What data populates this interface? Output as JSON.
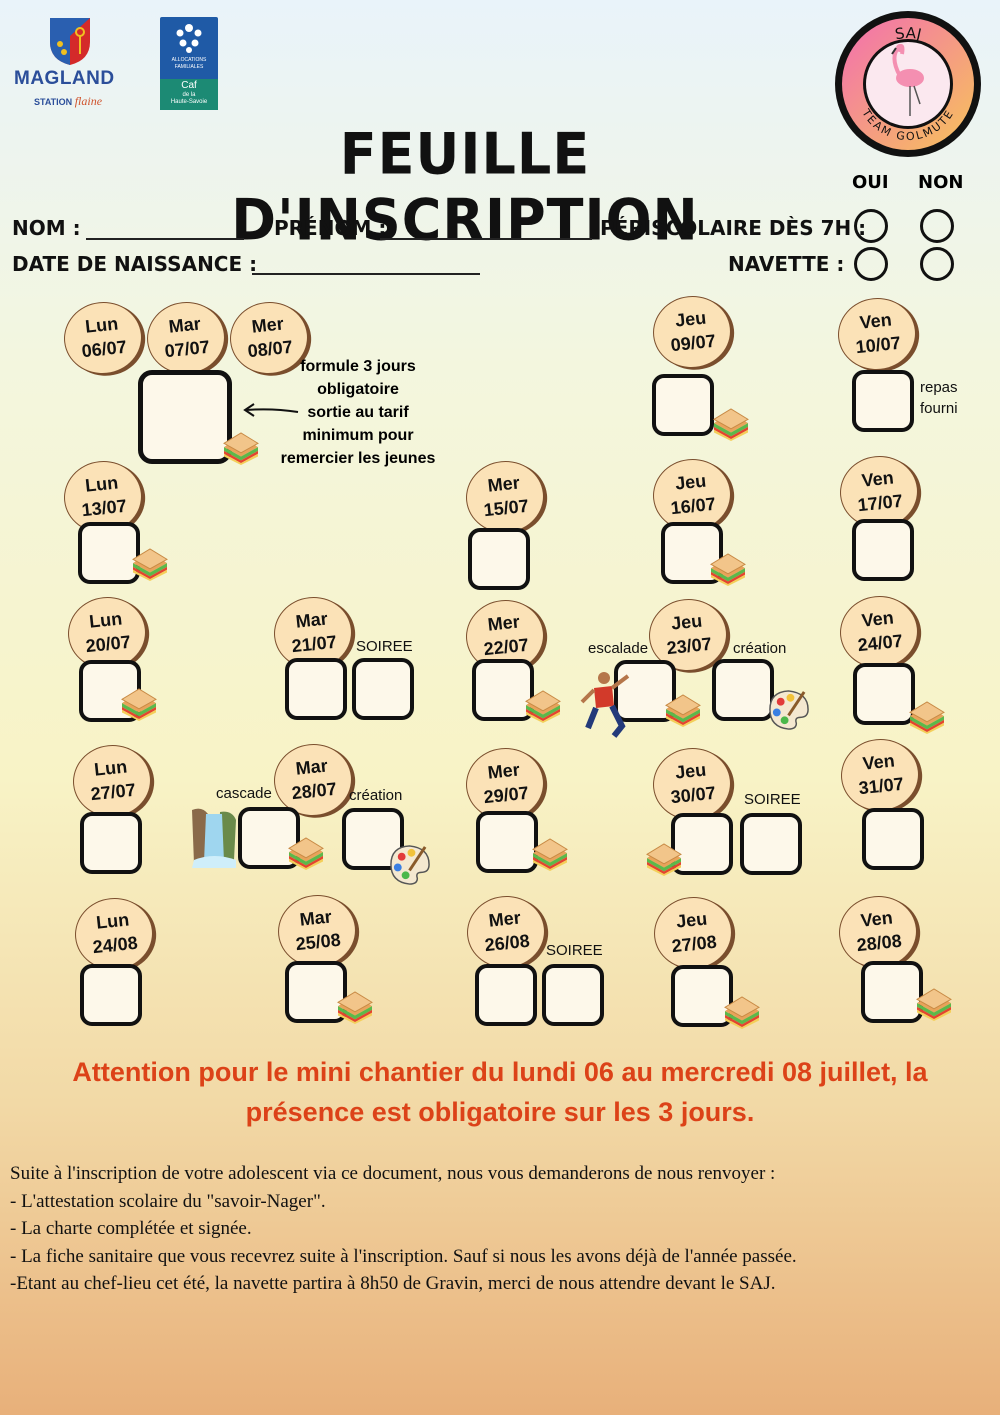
{
  "header": {
    "magland": "MAGLAND",
    "magland_sub1": "STATION",
    "magland_sub2": "flaine",
    "caf_line1": "ALLOCATIONS",
    "caf_line2": "FAMILIALES",
    "caf_name": "Caf",
    "caf_dept1": "de la",
    "caf_dept2": "Haute-Savoie",
    "title": "FEUILLE D'INSCRIPTION",
    "saj_top": "SAJ",
    "saj_bottom": "TEAM GOLMUTE"
  },
  "form": {
    "oui": "OUI",
    "non": "NON",
    "nom_label": "NOM :",
    "prenom_label": "PRÉNOM :",
    "periscolaire_label": "PÉRISCOLAIRE DÈS 7H :",
    "dob_label": "DATE DE NAISSANCE :",
    "navette_label": "NAVETTE :"
  },
  "days": [
    {
      "day": "Lun",
      "date": "06/07"
    },
    {
      "day": "Mar",
      "date": "07/07"
    },
    {
      "day": "Mer",
      "date": "08/07"
    },
    {
      "day": "Jeu",
      "date": "09/07"
    },
    {
      "day": "Ven",
      "date": "10/07"
    },
    {
      "day": "Lun",
      "date": "13/07"
    },
    {
      "day": "Mer",
      "date": "15/07"
    },
    {
      "day": "Jeu",
      "date": "16/07"
    },
    {
      "day": "Ven",
      "date": "17/07"
    },
    {
      "day": "Lun",
      "date": "20/07"
    },
    {
      "day": "Mar",
      "date": "21/07"
    },
    {
      "day": "Mer",
      "date": "22/07"
    },
    {
      "day": "Jeu",
      "date": "23/07"
    },
    {
      "day": "Ven",
      "date": "24/07"
    },
    {
      "day": "Lun",
      "date": "27/07"
    },
    {
      "day": "Mar",
      "date": "28/07"
    },
    {
      "day": "Mer",
      "date": "29/07"
    },
    {
      "day": "Jeu",
      "date": "30/07"
    },
    {
      "day": "Ven",
      "date": "31/07"
    },
    {
      "day": "Lun",
      "date": "24/08"
    },
    {
      "day": "Mar",
      "date": "25/08"
    },
    {
      "day": "Mer",
      "date": "26/08"
    },
    {
      "day": "Jeu",
      "date": "27/08"
    },
    {
      "day": "Ven",
      "date": "28/08"
    }
  ],
  "notes": {
    "formule": [
      "formule 3 jours",
      "obligatoire",
      "sortie au tarif",
      "minimum pour",
      "remercier les jeunes"
    ],
    "repas1": "repas",
    "repas2": "fourni",
    "soiree": "SOIREE",
    "escalade": "escalade",
    "creation": "création",
    "cascade": "cascade"
  },
  "attention": [
    "Attention pour le mini chantier du lundi 06 au mercredi 08 juillet, la",
    "présence est obligatoire sur les 3 jours."
  ],
  "footer": [
    "Suite à l'inscription de votre adolescent via ce document, nous vous demanderons de nous renvoyer :",
    "- L'attestation scolaire du \"savoir-Nager\".",
    "- La charte complétée et signée.",
    "- La fiche sanitaire que vous recevrez suite à l'inscription. Sauf si nous les avons déjà de l'année passée.",
    "-Etant au chef-lieu cet été, la navette partira à 8h50 de Gravin, merci de nous attendre devant le SAJ."
  ]
}
